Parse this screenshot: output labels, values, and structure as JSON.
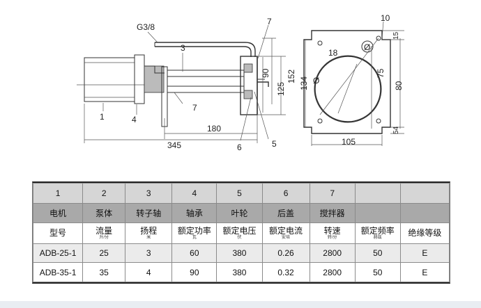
{
  "drawing": {
    "labels": {
      "thread": "G3/8",
      "callout_3": "3",
      "callout_7_top": "7",
      "callout_7_mid": "7",
      "callout_1": "1",
      "callout_4": "4",
      "callout_6": "6",
      "callout_5": "5",
      "callout_10": "10",
      "hole_18": "18"
    },
    "dimensions": {
      "d180": "180",
      "d345": "345",
      "d90": "90",
      "d125": "125",
      "d152": "152",
      "d134": "134",
      "d75": "75",
      "d80": "80",
      "d105": "105",
      "d15": "15",
      "d54": "54"
    }
  },
  "table": {
    "header_numbers": [
      "1",
      "2",
      "3",
      "4",
      "5",
      "6",
      "7",
      "",
      ""
    ],
    "part_names": [
      "电机",
      "泵体",
      "转子轴",
      "轴承",
      "叶轮",
      "后盖",
      "搅拌器",
      "",
      ""
    ],
    "param_headers": [
      {
        "label": "型号",
        "unit": ""
      },
      {
        "label": "流量",
        "unit": "升/分"
      },
      {
        "label": "扬程",
        "unit": "米"
      },
      {
        "label": "额定功率",
        "unit": "瓦"
      },
      {
        "label": "额定电压",
        "unit": "伏"
      },
      {
        "label": "额定电流",
        "unit": "安培"
      },
      {
        "label": "转速",
        "unit": "转/分"
      },
      {
        "label": "额定频率",
        "unit": "赫兹"
      },
      {
        "label": "绝缘等级",
        "unit": ""
      }
    ],
    "rows": [
      [
        "ADB-25-1",
        "25",
        "3",
        "60",
        "380",
        "0.26",
        "2800",
        "50",
        "E"
      ],
      [
        "ADB-35-1",
        "35",
        "4",
        "90",
        "380",
        "0.32",
        "2800",
        "50",
        "E"
      ]
    ]
  }
}
